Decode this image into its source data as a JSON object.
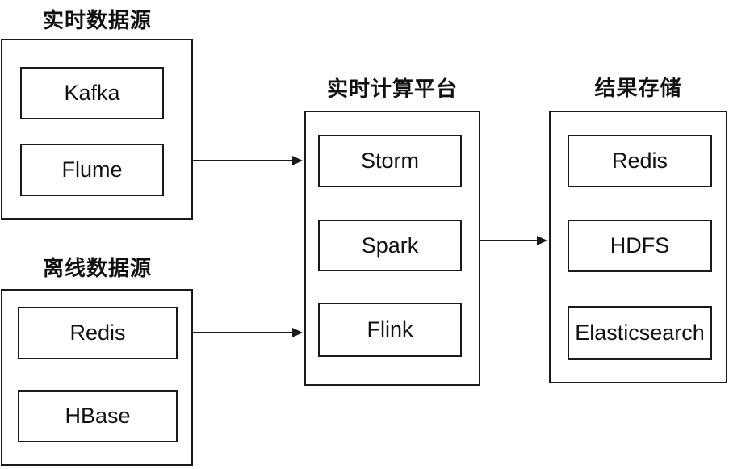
{
  "diagram": {
    "type": "architecture-flow",
    "background": "#ffffff",
    "line_color": "#1a1a1a",
    "text_color": "#111111",
    "groups": [
      {
        "id": "realtime-sources",
        "title": "实时数据源",
        "items": [
          "Kafka",
          "Flume"
        ]
      },
      {
        "id": "offline-sources",
        "title": "离线数据源",
        "items": [
          "Redis",
          "HBase"
        ]
      },
      {
        "id": "compute-platform",
        "title": "实时计算平台",
        "items": [
          "Storm",
          "Spark",
          "Flink"
        ]
      },
      {
        "id": "result-storage",
        "title": "结果存储",
        "items": [
          "Redis",
          "HDFS",
          "Elasticsearch"
        ]
      }
    ],
    "connections": [
      {
        "from": "实时数据源",
        "to": "实时计算平台",
        "direction": "right"
      },
      {
        "from": "离线数据源",
        "to": "实时计算平台",
        "direction": "right"
      },
      {
        "from": "实时计算平台",
        "to": "结果存储",
        "direction": "right"
      }
    ]
  }
}
